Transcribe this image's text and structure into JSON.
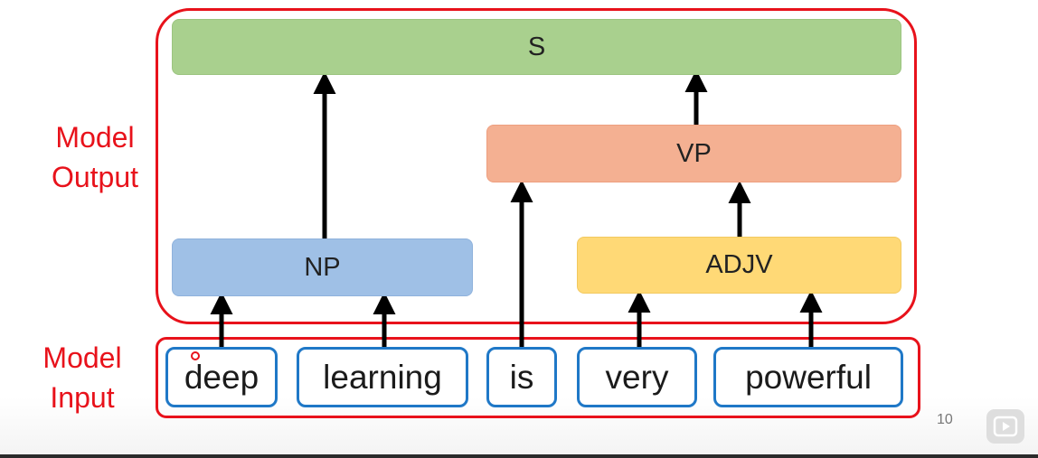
{
  "labels": {
    "model_output": [
      "Model",
      "Output"
    ],
    "model_input": [
      "Model",
      "Input"
    ]
  },
  "nodes": {
    "s": "S",
    "vp": "VP",
    "np": "NP",
    "adjv": "ADJV"
  },
  "words": [
    "deep",
    "learning",
    "is",
    "very",
    "powerful"
  ],
  "slide": {
    "page_number": "10"
  },
  "colors": {
    "frame_red": "#e8121b",
    "s_green": "#a9d08e",
    "vp_orange": "#f4b092",
    "np_blue": "#9fc0e6",
    "adjv_yellow": "#ffd976",
    "word_border_blue": "#1f78c7"
  }
}
